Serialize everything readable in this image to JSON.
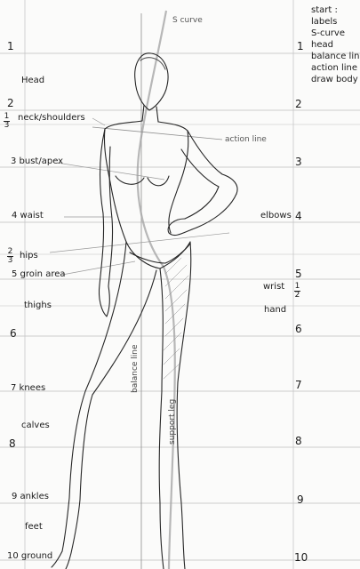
{
  "left_labels": {
    "n1": "1",
    "head": "Head",
    "n2": "2",
    "frac_13_top": "1",
    "frac_13_bottom": "3",
    "neck": "neck/shoulders",
    "bust": "3 bust/apex",
    "waist": "4 waist",
    "frac_23_top": "2",
    "frac_23_bottom": "3",
    "hips": "hips",
    "groin": "5 groin area",
    "thighs": "thighs",
    "n6": "6",
    "knees": "7 knees",
    "calves": "calves",
    "n8": "8",
    "ankles": "9 ankles",
    "feet": "feet",
    "ground": "10 ground"
  },
  "right_labels": {
    "n1": "1",
    "n2": "2",
    "n3": "3",
    "elbows": "elbows",
    "n4": "4",
    "n5": "5",
    "wrist": "wrist",
    "frac_12_top": "1",
    "frac_12_bottom": "2",
    "hand": "hand",
    "n6": "6",
    "n7": "7",
    "n8": "8",
    "n9": "9",
    "n10": "10"
  },
  "annotations": {
    "s_curve": "S curve",
    "action_line": "action line",
    "balance_line": "balance line",
    "support_leg": "support leg"
  },
  "start_list": {
    "title": "start :",
    "items": [
      "labels",
      "S-curve",
      "head",
      "balance line",
      "action line",
      "draw body"
    ]
  }
}
